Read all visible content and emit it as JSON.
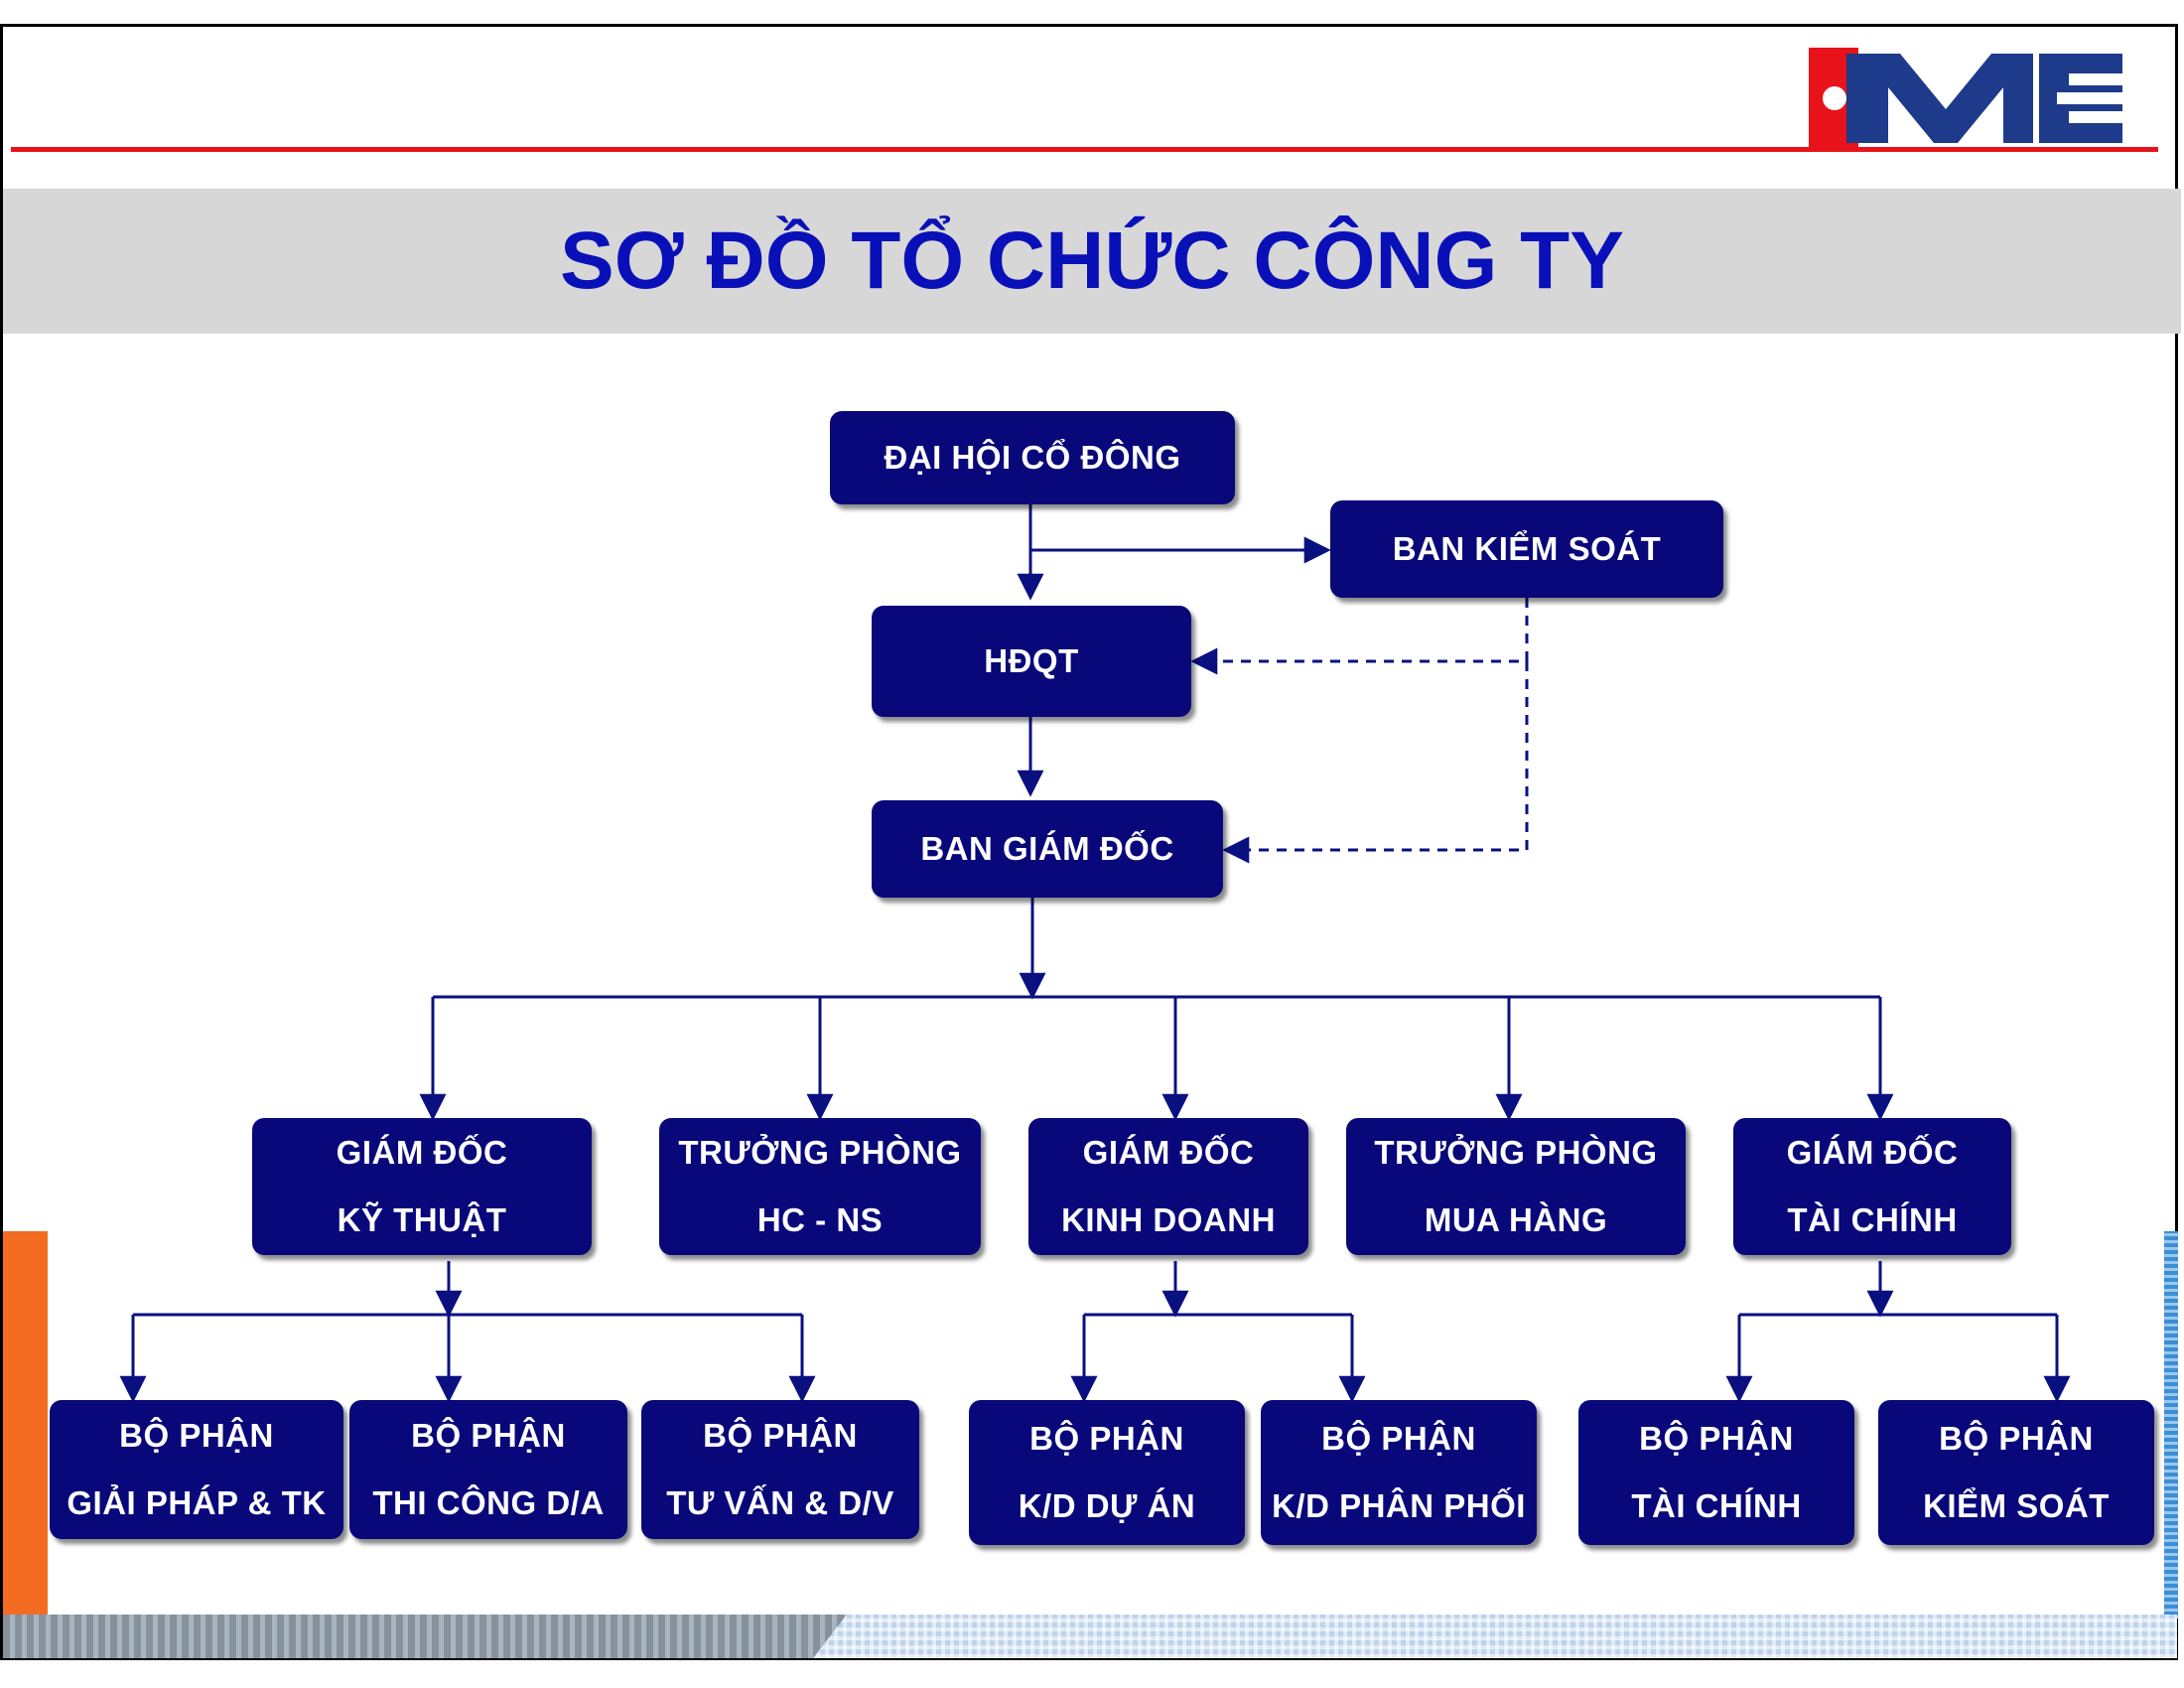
{
  "title": "SƠ ĐỒ TỔ CHỨC CÔNG TY",
  "logo": {
    "text": "IME",
    "colors": {
      "red": "#e8131a",
      "blue": "#1e3a8a"
    }
  },
  "colors": {
    "title": "#0a10b8",
    "node_fill": "#08087a",
    "connector": "#0a1080",
    "rule": "#e8131a",
    "orange_accent": "#f36c21"
  },
  "org_chart": {
    "shareholders": {
      "label": "ĐẠI HỘI CỔ ĐÔNG"
    },
    "supervisory_board": {
      "label": "BAN KIỂM SOÁT"
    },
    "board": {
      "label": "HĐQT"
    },
    "directors": {
      "label": "BAN GIÁM ĐỐC"
    },
    "departments": [
      {
        "line1": "GIÁM ĐỐC",
        "line2": "KỸ THUẬT"
      },
      {
        "line1": "TRƯỞNG PHÒNG",
        "line2": "HC - NS"
      },
      {
        "line1": "GIÁM ĐỐC",
        "line2": "KINH DOANH"
      },
      {
        "line1": "TRƯỞNG PHÒNG",
        "line2": "MUA HÀNG"
      },
      {
        "line1": "GIÁM ĐỐC",
        "line2": "TÀI CHÍNH"
      }
    ],
    "units": [
      {
        "line1": "BỘ PHẬN",
        "line2": "GIẢI PHÁP & TK"
      },
      {
        "line1": "BỘ PHẬN",
        "line2": "THI CÔNG D/A"
      },
      {
        "line1": "BỘ PHẬN",
        "line2": "TƯ VẤN & D/V"
      },
      {
        "line1": "BỘ PHẬN",
        "line2": "K/D DỰ ÁN"
      },
      {
        "line1": "BỘ PHẬN",
        "line2": "K/D PHÂN PHỐI"
      },
      {
        "line1": "BỘ PHẬN",
        "line2": "TÀI CHÍNH"
      },
      {
        "line1": "BỘ PHẬN",
        "line2": "KIỂM SOÁT"
      }
    ]
  }
}
